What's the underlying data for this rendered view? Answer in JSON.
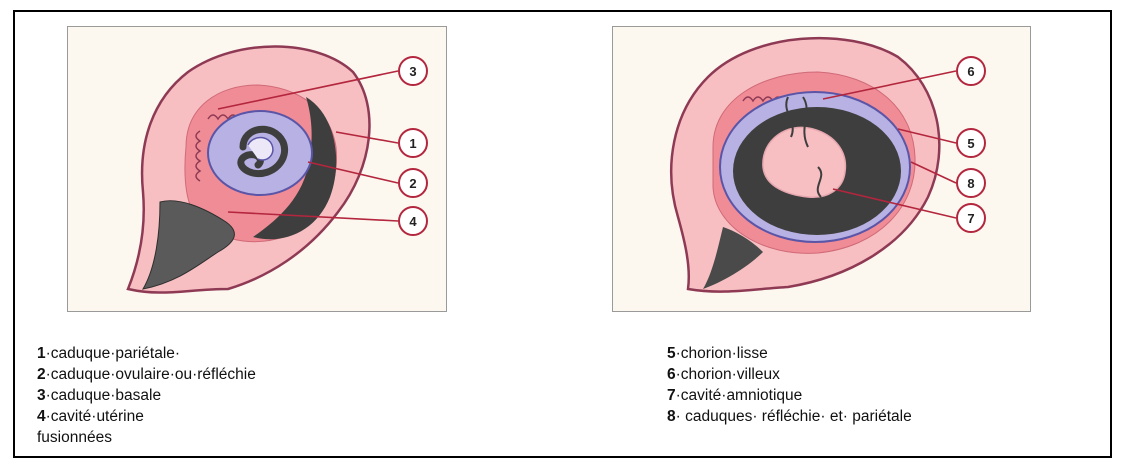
{
  "colors": {
    "uterus_wall": "#f7bfc2",
    "uterus_outline": "#8f3a55",
    "decidua": "#f08c95",
    "chorion": "#b7b2e3",
    "cavity_dark": "#3e3e3e",
    "callout_line": "#b3263d",
    "panel_bg": "#fdf8ef"
  },
  "left_diagram": {
    "callouts": [
      "3",
      "1",
      "2",
      "4"
    ]
  },
  "right_diagram": {
    "callouts": [
      "6",
      "5",
      "8",
      "7"
    ]
  },
  "legend_left": [
    {
      "num": "1",
      "text": "·caduque·pariétale·"
    },
    {
      "num": "2",
      "text": "·caduque·ovulaire·ou·réfléchie"
    },
    {
      "num": "3",
      "text": "·caduque·basale"
    },
    {
      "num": "4",
      "text": "·cavité·utérine"
    },
    {
      "num": "",
      "text": "fusionnées"
    }
  ],
  "legend_right": [
    {
      "num": "5",
      "text": "·chorion·lisse"
    },
    {
      "num": "6",
      "text": "·chorion·villeux"
    },
    {
      "num": "7",
      "text": "·cavité·amniotique"
    },
    {
      "num": "8",
      "text": "· caduques· réfléchie· et· pariétale"
    }
  ]
}
